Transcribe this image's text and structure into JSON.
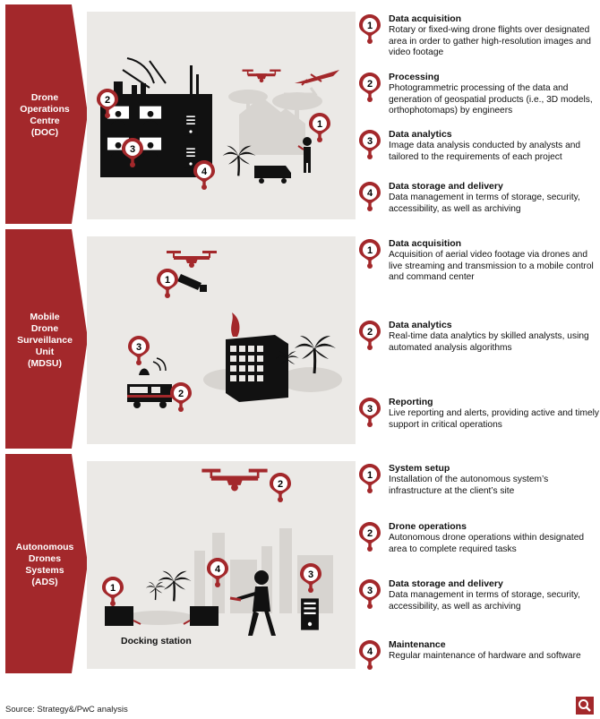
{
  "sections": [
    {
      "label": [
        "Drone",
        "Operations",
        "Centre",
        "(DOC)"
      ],
      "steps": [
        {
          "num": "1",
          "title": "Data acquisition",
          "desc": "Rotary or fixed-wing drone flights over designated area in order to gather high-resolution images and video footage"
        },
        {
          "num": "2",
          "title": "Processing",
          "desc": "Photogrammetric processing of the data and generation of geospatial products (i.e., 3D models, orthophotomaps) by engineers"
        },
        {
          "num": "3",
          "title": "Data analytics",
          "desc": "Image data analysis conducted by analysts and tailored to the requirements of each project"
        },
        {
          "num": "4",
          "title": "Data storage and delivery",
          "desc": "Data management in terms of storage, security, accessibility, as well as archiving"
        }
      ]
    },
    {
      "label": [
        "Mobile",
        "Drone",
        "Surveillance",
        "Unit",
        "(MDSU)"
      ],
      "steps": [
        {
          "num": "1",
          "title": "Data acquisition",
          "desc": "Acquisition of aerial video footage via drones and live streaming and transmission to a mobile control and command center"
        },
        {
          "num": "2",
          "title": "Data analytics",
          "desc": "Real-time data analytics by skilled analysts, using automated analysis algorithms"
        },
        {
          "num": "3",
          "title": "Reporting",
          "desc": "Live reporting and alerts, providing active and timely support in critical operations"
        }
      ]
    },
    {
      "label": [
        "Autonomous",
        "Drones",
        "Systems",
        "(ADS)"
      ],
      "steps": [
        {
          "num": "1",
          "title": "System setup",
          "desc": "Installation of the autonomous system’s infrastructure at the client’s site"
        },
        {
          "num": "2",
          "title": "Drone operations",
          "desc": "Autonomous drone operations within designated area to complete required tasks"
        },
        {
          "num": "3",
          "title": "Data storage and delivery",
          "desc": "Data management in terms of storage, security, accessibility, as well as archiving"
        },
        {
          "num": "4",
          "title": "Maintenance",
          "desc": "Regular maintenance of hardware and software"
        }
      ],
      "docking_label": "Docking station"
    }
  ],
  "illustration_pins": {
    "doc": [
      "2",
      "3",
      "4",
      "1"
    ],
    "mdsu": [
      "1",
      "3",
      "2"
    ],
    "ads": [
      "2",
      "1",
      "4",
      "3"
    ]
  },
  "source": "Source: Strategy&/PwC analysis",
  "icons": {
    "search": "search-icon",
    "pin": "map-pin-icon"
  },
  "colors": {
    "accent": "#a3282b",
    "panel": "#ebe9e6",
    "dark": "#111111"
  }
}
